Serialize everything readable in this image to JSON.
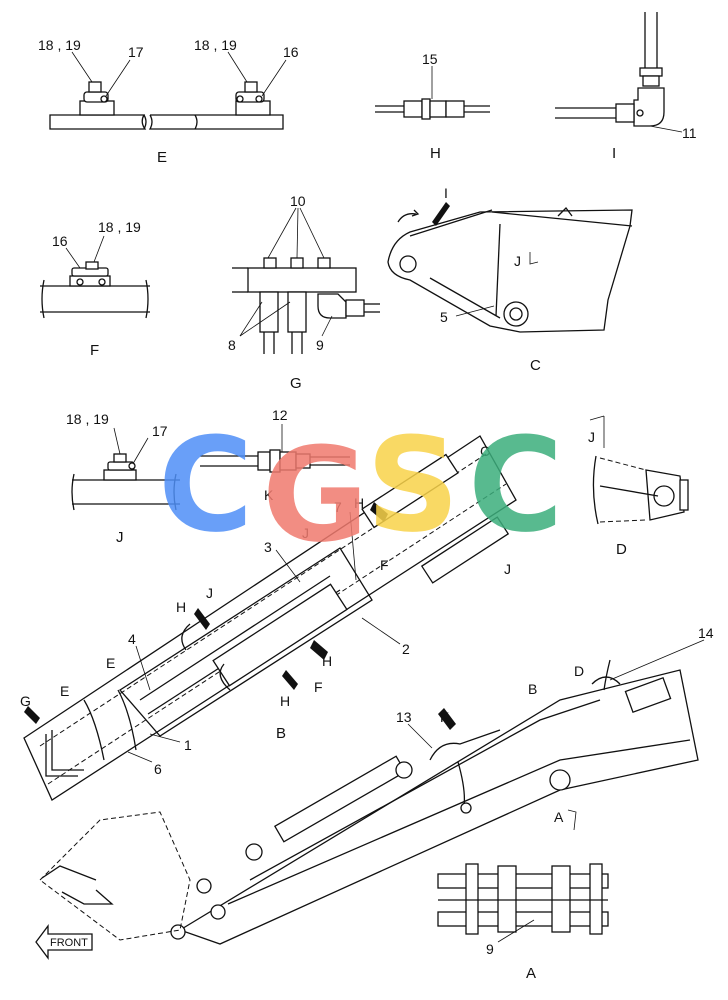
{
  "callouts": {
    "c_1819_e1": "18 , 19",
    "c_17_e": "17",
    "c_1819_e2": "18 , 19",
    "c_16_e": "16",
    "c_15": "15",
    "c_11": "11",
    "c_16_f": "16",
    "c_1819_f": "18 , 19",
    "c_10": "10",
    "c_8": "8",
    "c_9_g": "9",
    "c_5": "5",
    "c_1819_j": "18 , 19",
    "c_17_j": "17",
    "c_12": "12",
    "c_7": "7",
    "c_3": "3",
    "c_2": "2",
    "c_4": "4",
    "c_1": "1",
    "c_6": "6",
    "c_14": "14",
    "c_13": "13",
    "c_9_a": "9"
  },
  "views": {
    "E": "E",
    "H": "H",
    "I": "I",
    "F": "F",
    "G": "G",
    "C": "C",
    "J": "J",
    "D": "D",
    "B": "B",
    "A": "A"
  },
  "markers": {
    "I_arrow": "I",
    "J_c": "J",
    "J_d": "J",
    "K1": "K",
    "H1": "H",
    "J_b1": "J",
    "C_b": "C",
    "F_b1": "F",
    "J_b2": "J",
    "J_b3": "J",
    "H_b2": "H",
    "E_b1": "E",
    "E_b2": "E",
    "G_b": "G",
    "H_b3": "H",
    "H_b4": "H",
    "F_b2": "F",
    "B_m": "B",
    "D_m": "D",
    "K2": "K",
    "A_m": "A"
  },
  "front_label": "FRONT",
  "watermark": {
    "letters": [
      "C",
      "G",
      "S",
      "C"
    ],
    "colors": [
      "#4f8ff7",
      "#f07a6e",
      "#f9d34a",
      "#3cae7c"
    ]
  }
}
